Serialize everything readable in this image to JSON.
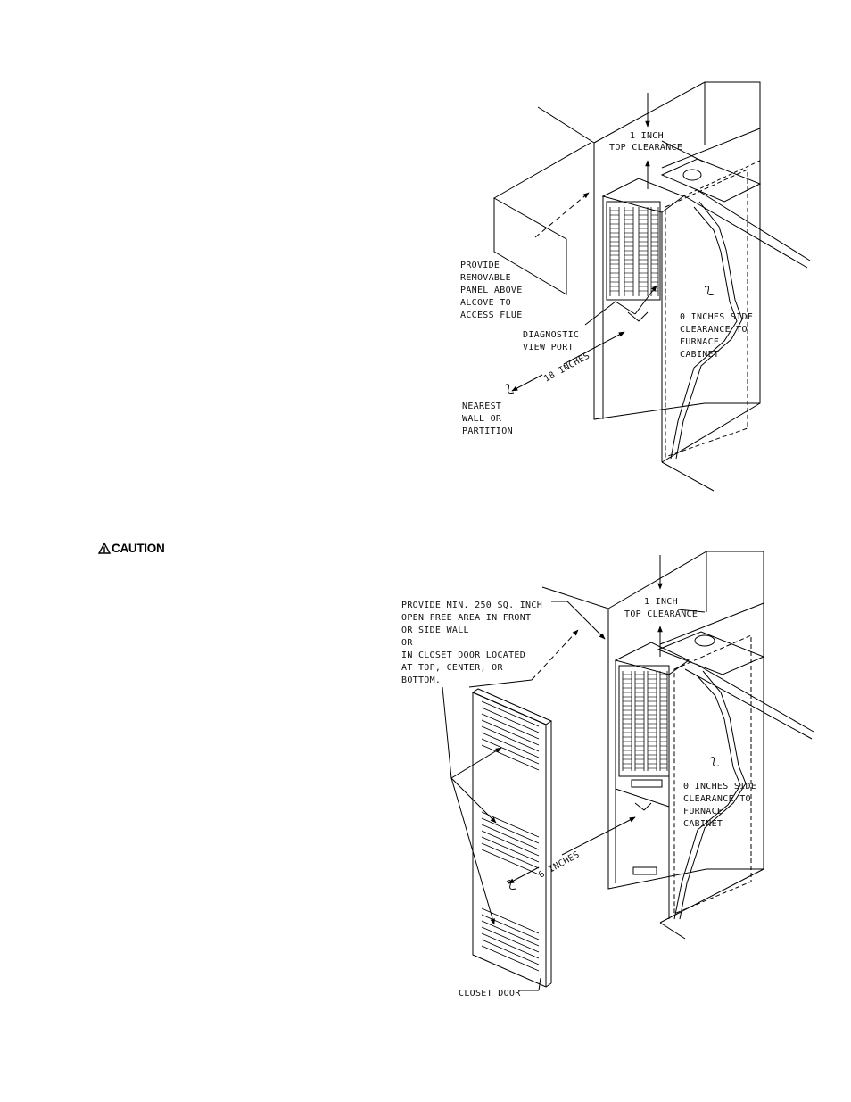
{
  "caution": {
    "label": "CAUTION"
  },
  "figure_top": {
    "top_clearance": [
      "1 INCH",
      "TOP CLEARANCE"
    ],
    "panel_note": [
      "PROVIDE",
      "REMOVABLE",
      "PANEL ABOVE",
      "ALCOVE TO",
      "ACCESS FLUE"
    ],
    "view_port": [
      "DIAGNOSTIC",
      "VIEW PORT"
    ],
    "front_distance": "18 INCHES",
    "wall_note": [
      "NEAREST",
      "WALL OR",
      "PARTITION"
    ],
    "side_clearance": [
      "0 INCHES SIDE",
      "CLEARANCE TO",
      "FURNACE",
      "CABINET"
    ]
  },
  "figure_bottom": {
    "top_clearance": [
      "1 INCH",
      "TOP CLEARANCE"
    ],
    "open_area_note": [
      "PROVIDE MIN. 250 SQ. INCH",
      "OPEN FREE AREA IN FRONT",
      "OR SIDE WALL",
      "OR",
      "IN CLOSET DOOR LOCATED",
      "AT TOP, CENTER, OR",
      "BOTTOM."
    ],
    "front_distance": "6 INCHES",
    "side_clearance": [
      "0 INCHES SIDE",
      "CLEARANCE TO",
      "FURNACE",
      "CABINET"
    ],
    "door_label": "CLOSET DOOR"
  }
}
